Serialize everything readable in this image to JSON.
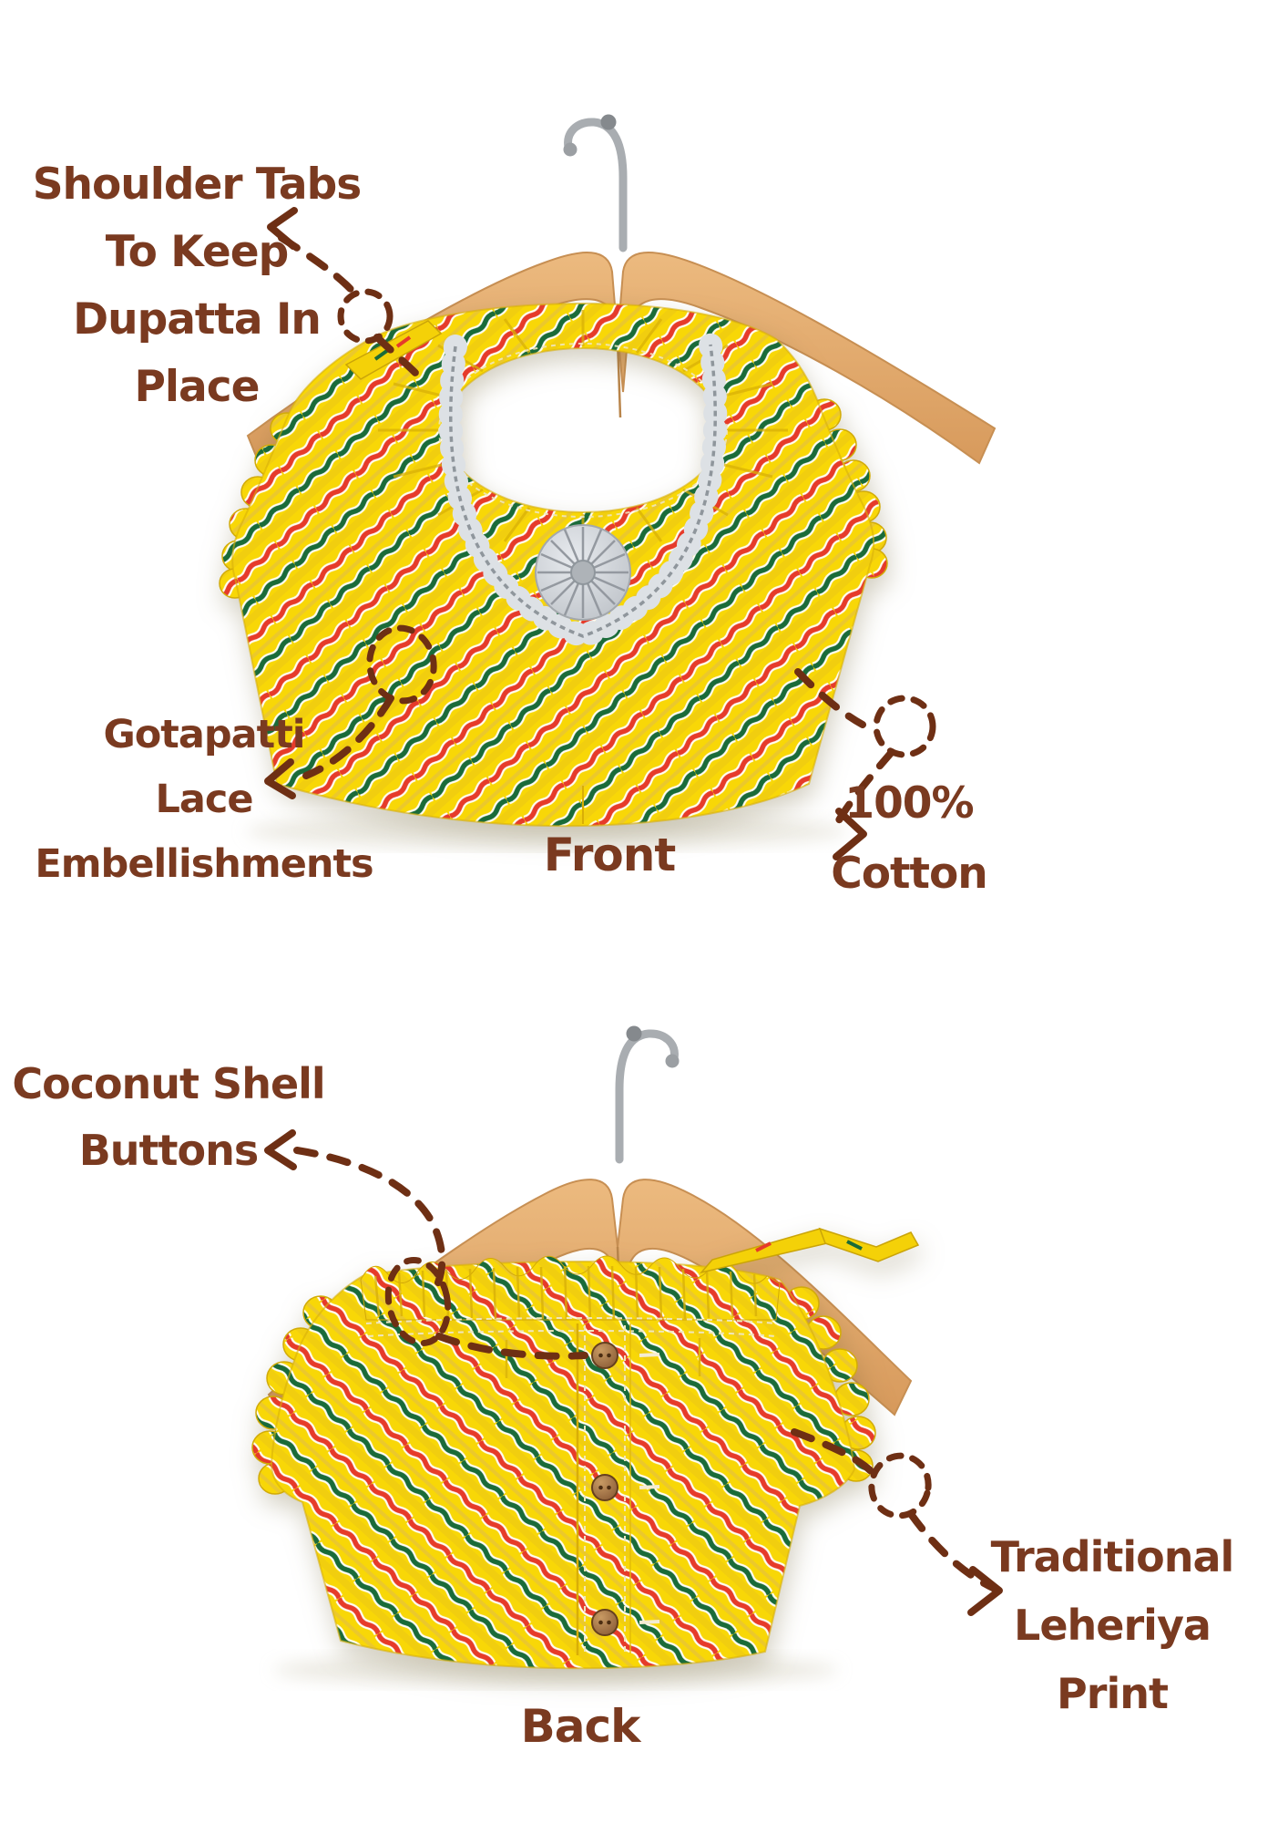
{
  "page": {
    "background": "#ffffff",
    "subject": "kids leheriya blouse infographic"
  },
  "palette": {
    "label_brown": "#7a3a20",
    "arrow_brown": "#6e2f14",
    "fabric_yellow": "#f8d707",
    "stripe_red": "#e63b2a",
    "stripe_green": "#1a6b39",
    "lace_silver": "#c6cbd0",
    "wood": "#e2a567",
    "hook_metal": "#a9adb1",
    "button_brown": "#a87848"
  },
  "front_section": {
    "view_label": "Front",
    "callouts": {
      "shoulder_tabs": {
        "lines": [
          "Shoulder Tabs",
          "To Keep",
          "Dupatta In",
          "Place"
        ]
      },
      "gotapatti": {
        "lines": [
          "Gotapatti",
          "Lace",
          "Embellishments"
        ]
      },
      "cotton": {
        "lines": [
          "100%",
          "Cotton"
        ]
      }
    }
  },
  "back_section": {
    "view_label": "Back",
    "callouts": {
      "coconut_buttons": {
        "lines": [
          "Coconut Shell",
          "Buttons"
        ]
      },
      "leheriya": {
        "lines": [
          "Traditional",
          "Leheriya",
          "Print"
        ]
      }
    }
  }
}
